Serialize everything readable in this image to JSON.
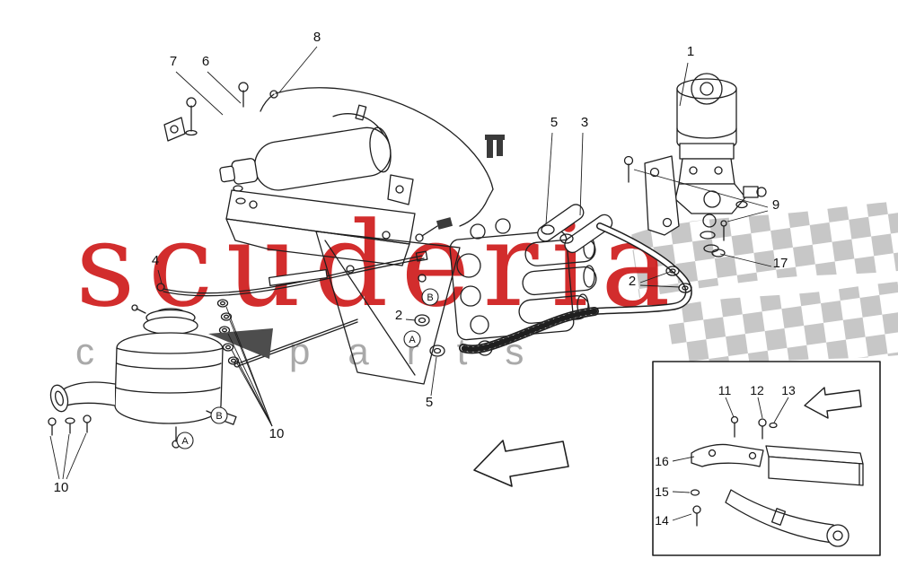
{
  "watermark": {
    "primary": "scuderia",
    "secondary": "car parts",
    "primary_color": "#cc1111",
    "secondary_color": "#9b9b9b"
  },
  "diagram": {
    "line_color": "#1f1f1f",
    "flag_check_color": "#c7c7c7"
  },
  "callouts": {
    "main": [
      {
        "label": "8"
      },
      {
        "label": "7"
      },
      {
        "label": "6"
      },
      {
        "label": "1"
      },
      {
        "label": "5"
      },
      {
        "label": "3"
      },
      {
        "label": "9"
      },
      {
        "label": "17"
      },
      {
        "label": "2"
      },
      {
        "label": "4"
      },
      {
        "label": "2"
      },
      {
        "label": "5"
      },
      {
        "label": "10"
      },
      {
        "label": "10"
      }
    ],
    "letters": [
      {
        "label": "B"
      },
      {
        "label": "A"
      },
      {
        "label": "B"
      },
      {
        "label": "A"
      }
    ],
    "inset": [
      {
        "label": "11"
      },
      {
        "label": "12"
      },
      {
        "label": "13"
      },
      {
        "label": "16"
      },
      {
        "label": "15"
      },
      {
        "label": "14"
      }
    ]
  }
}
